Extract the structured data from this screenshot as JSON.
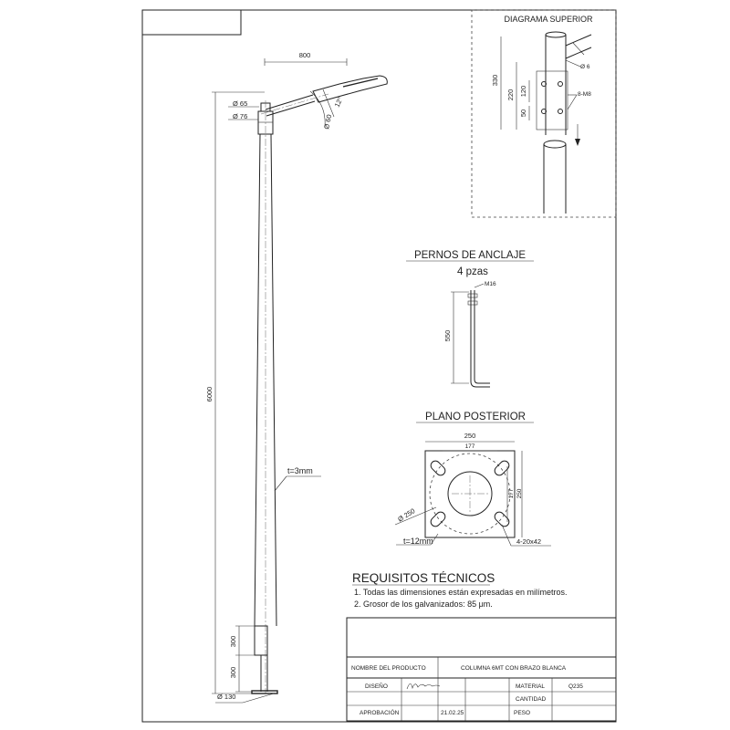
{
  "dimensions": {
    "arm_length": "800",
    "pole_height": "6000",
    "top_diameter": "Ø 65",
    "flange_diameter": "Ø 76",
    "arm_diameter": "Ø 60",
    "arm_angle": "12°",
    "wall_thickness": "t=3mm",
    "base_diameter": "Ø 130",
    "base_segment_upper": "300",
    "base_segment_lower": "300"
  },
  "top_diagram": {
    "title": "DIAGRAMA SUPERIOR",
    "dim_total": "330",
    "dim_mid": "220",
    "dim_inner": "120",
    "dim_low": "50",
    "bolt_diameter": "Ø 6",
    "bolt_spec": "8-M8"
  },
  "anchor_bolts": {
    "title": "PERNOS DE ANCLAJE",
    "quantity": "4 pzas",
    "thread": "M16",
    "length": "550"
  },
  "base_plate": {
    "title": "PLANO POSTERIOR",
    "width": "250",
    "bolt_spacing": "177",
    "bolt_spacing_v": "177",
    "height": "250",
    "circle_diameter": "Ø 250",
    "thickness": "t=12mm",
    "slots": "4-20x42"
  },
  "requirements": {
    "title": "REQUISITOS TÉCNICOS",
    "items": [
      "1. Todas las dimensiones están expresadas en milímetros.",
      "2. Grosor de los galvanizados: 85 μm."
    ]
  },
  "title_block": {
    "product_label": "NOMBRE DEL PRODUCTO",
    "product_value": "COLUMNA 6MT CON BRAZO BLANCA",
    "design_label": "DISEÑO",
    "material_label": "MATERIAL",
    "material_value": "Q235",
    "quantity_label": "CANTIDAD",
    "approval_label": "APROBACIÓN",
    "approval_date": "21.02.25",
    "weight_label": "PESO"
  }
}
